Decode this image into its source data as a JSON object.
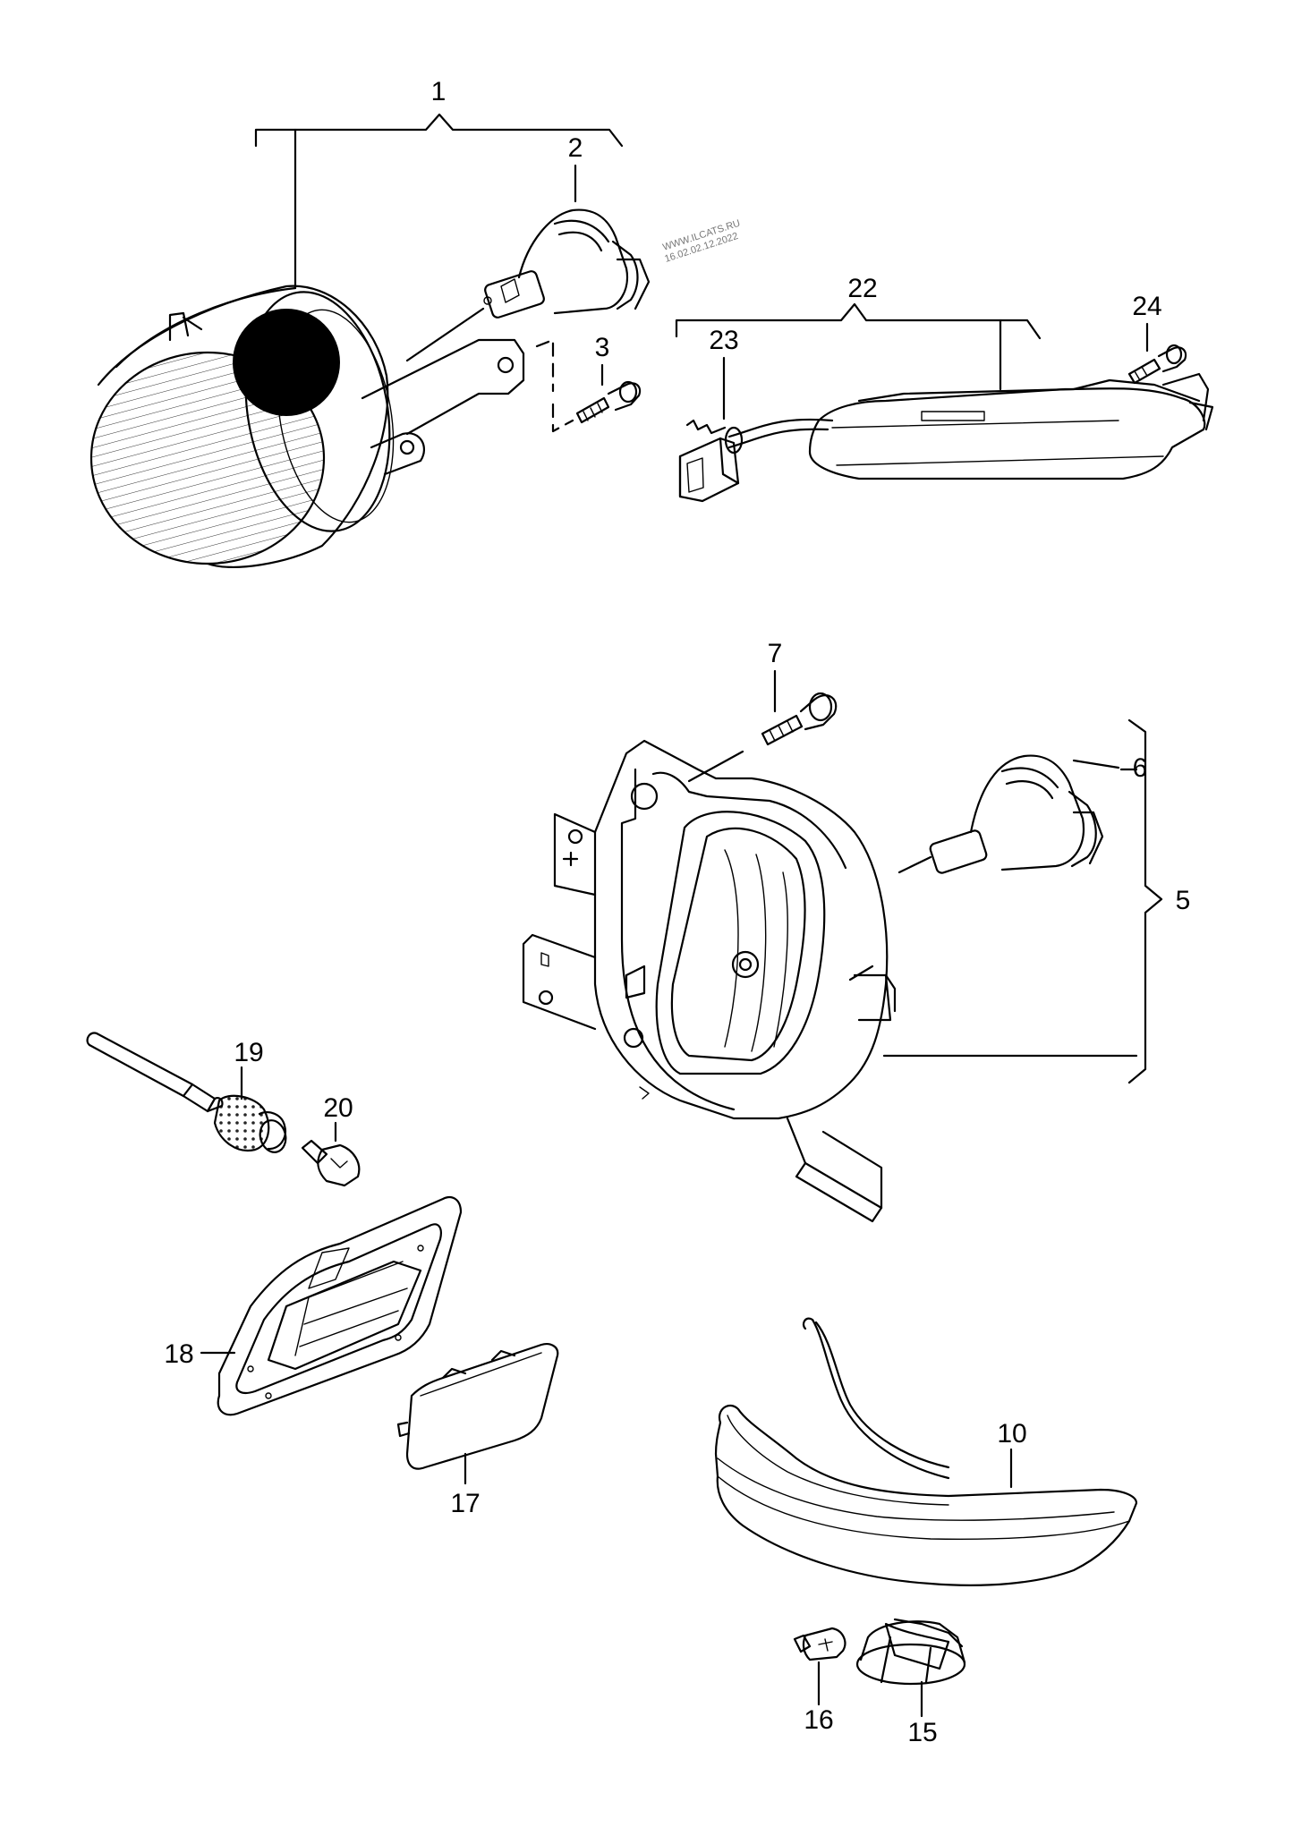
{
  "watermark": {
    "line1": "WWW.ILCATS.RU",
    "line2": "16.02.02.12.2022"
  },
  "callouts": [
    {
      "id": "c1",
      "label": "1"
    },
    {
      "id": "c2",
      "label": "2"
    },
    {
      "id": "c3",
      "label": "3"
    },
    {
      "id": "c5",
      "label": "5"
    },
    {
      "id": "c6",
      "label": "6"
    },
    {
      "id": "c7",
      "label": "7"
    },
    {
      "id": "c10",
      "label": "10"
    },
    {
      "id": "c15",
      "label": "15"
    },
    {
      "id": "c16",
      "label": "16"
    },
    {
      "id": "c17",
      "label": "17"
    },
    {
      "id": "c18",
      "label": "18"
    },
    {
      "id": "c19",
      "label": "19"
    },
    {
      "id": "c20",
      "label": "20"
    },
    {
      "id": "c22",
      "label": "22"
    },
    {
      "id": "c23",
      "label": "23"
    },
    {
      "id": "c24",
      "label": "24"
    }
  ]
}
